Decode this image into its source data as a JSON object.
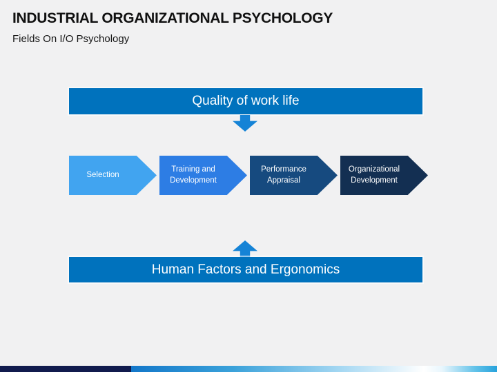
{
  "slide": {
    "title": "INDUSTRIAL ORGANIZATIONAL PSYCHOLOGY",
    "subtitle": "Fields On I/O Psychology",
    "background": "#f1f1f2"
  },
  "diagram": {
    "top_bar": {
      "label": "Quality of work life",
      "color": "#0072bd"
    },
    "down_arrow": {
      "color": "#1583d6"
    },
    "chevrons": [
      {
        "label": "Selection",
        "color": "#41a4f0"
      },
      {
        "label": "Training and Development",
        "color": "#2d7de4"
      },
      {
        "label": "Performance Appraisal",
        "color": "#164a7f"
      },
      {
        "label": "Organizational Development",
        "color": "#132f52"
      }
    ],
    "up_arrow": {
      "color": "#1583d6"
    },
    "bottom_bar": {
      "label": "Human Factors and Ergonomics",
      "color": "#0072bd"
    }
  },
  "footer": {
    "navy_color": "#111b4e",
    "gradient": [
      "#1377c9 0%",
      "#3ba2da 28%",
      "#a8d9f3 58%",
      "#ffffff 80%",
      "#e8f6fd 85%",
      "#62c2e9 94%",
      "#28a3dc 100%"
    ]
  }
}
